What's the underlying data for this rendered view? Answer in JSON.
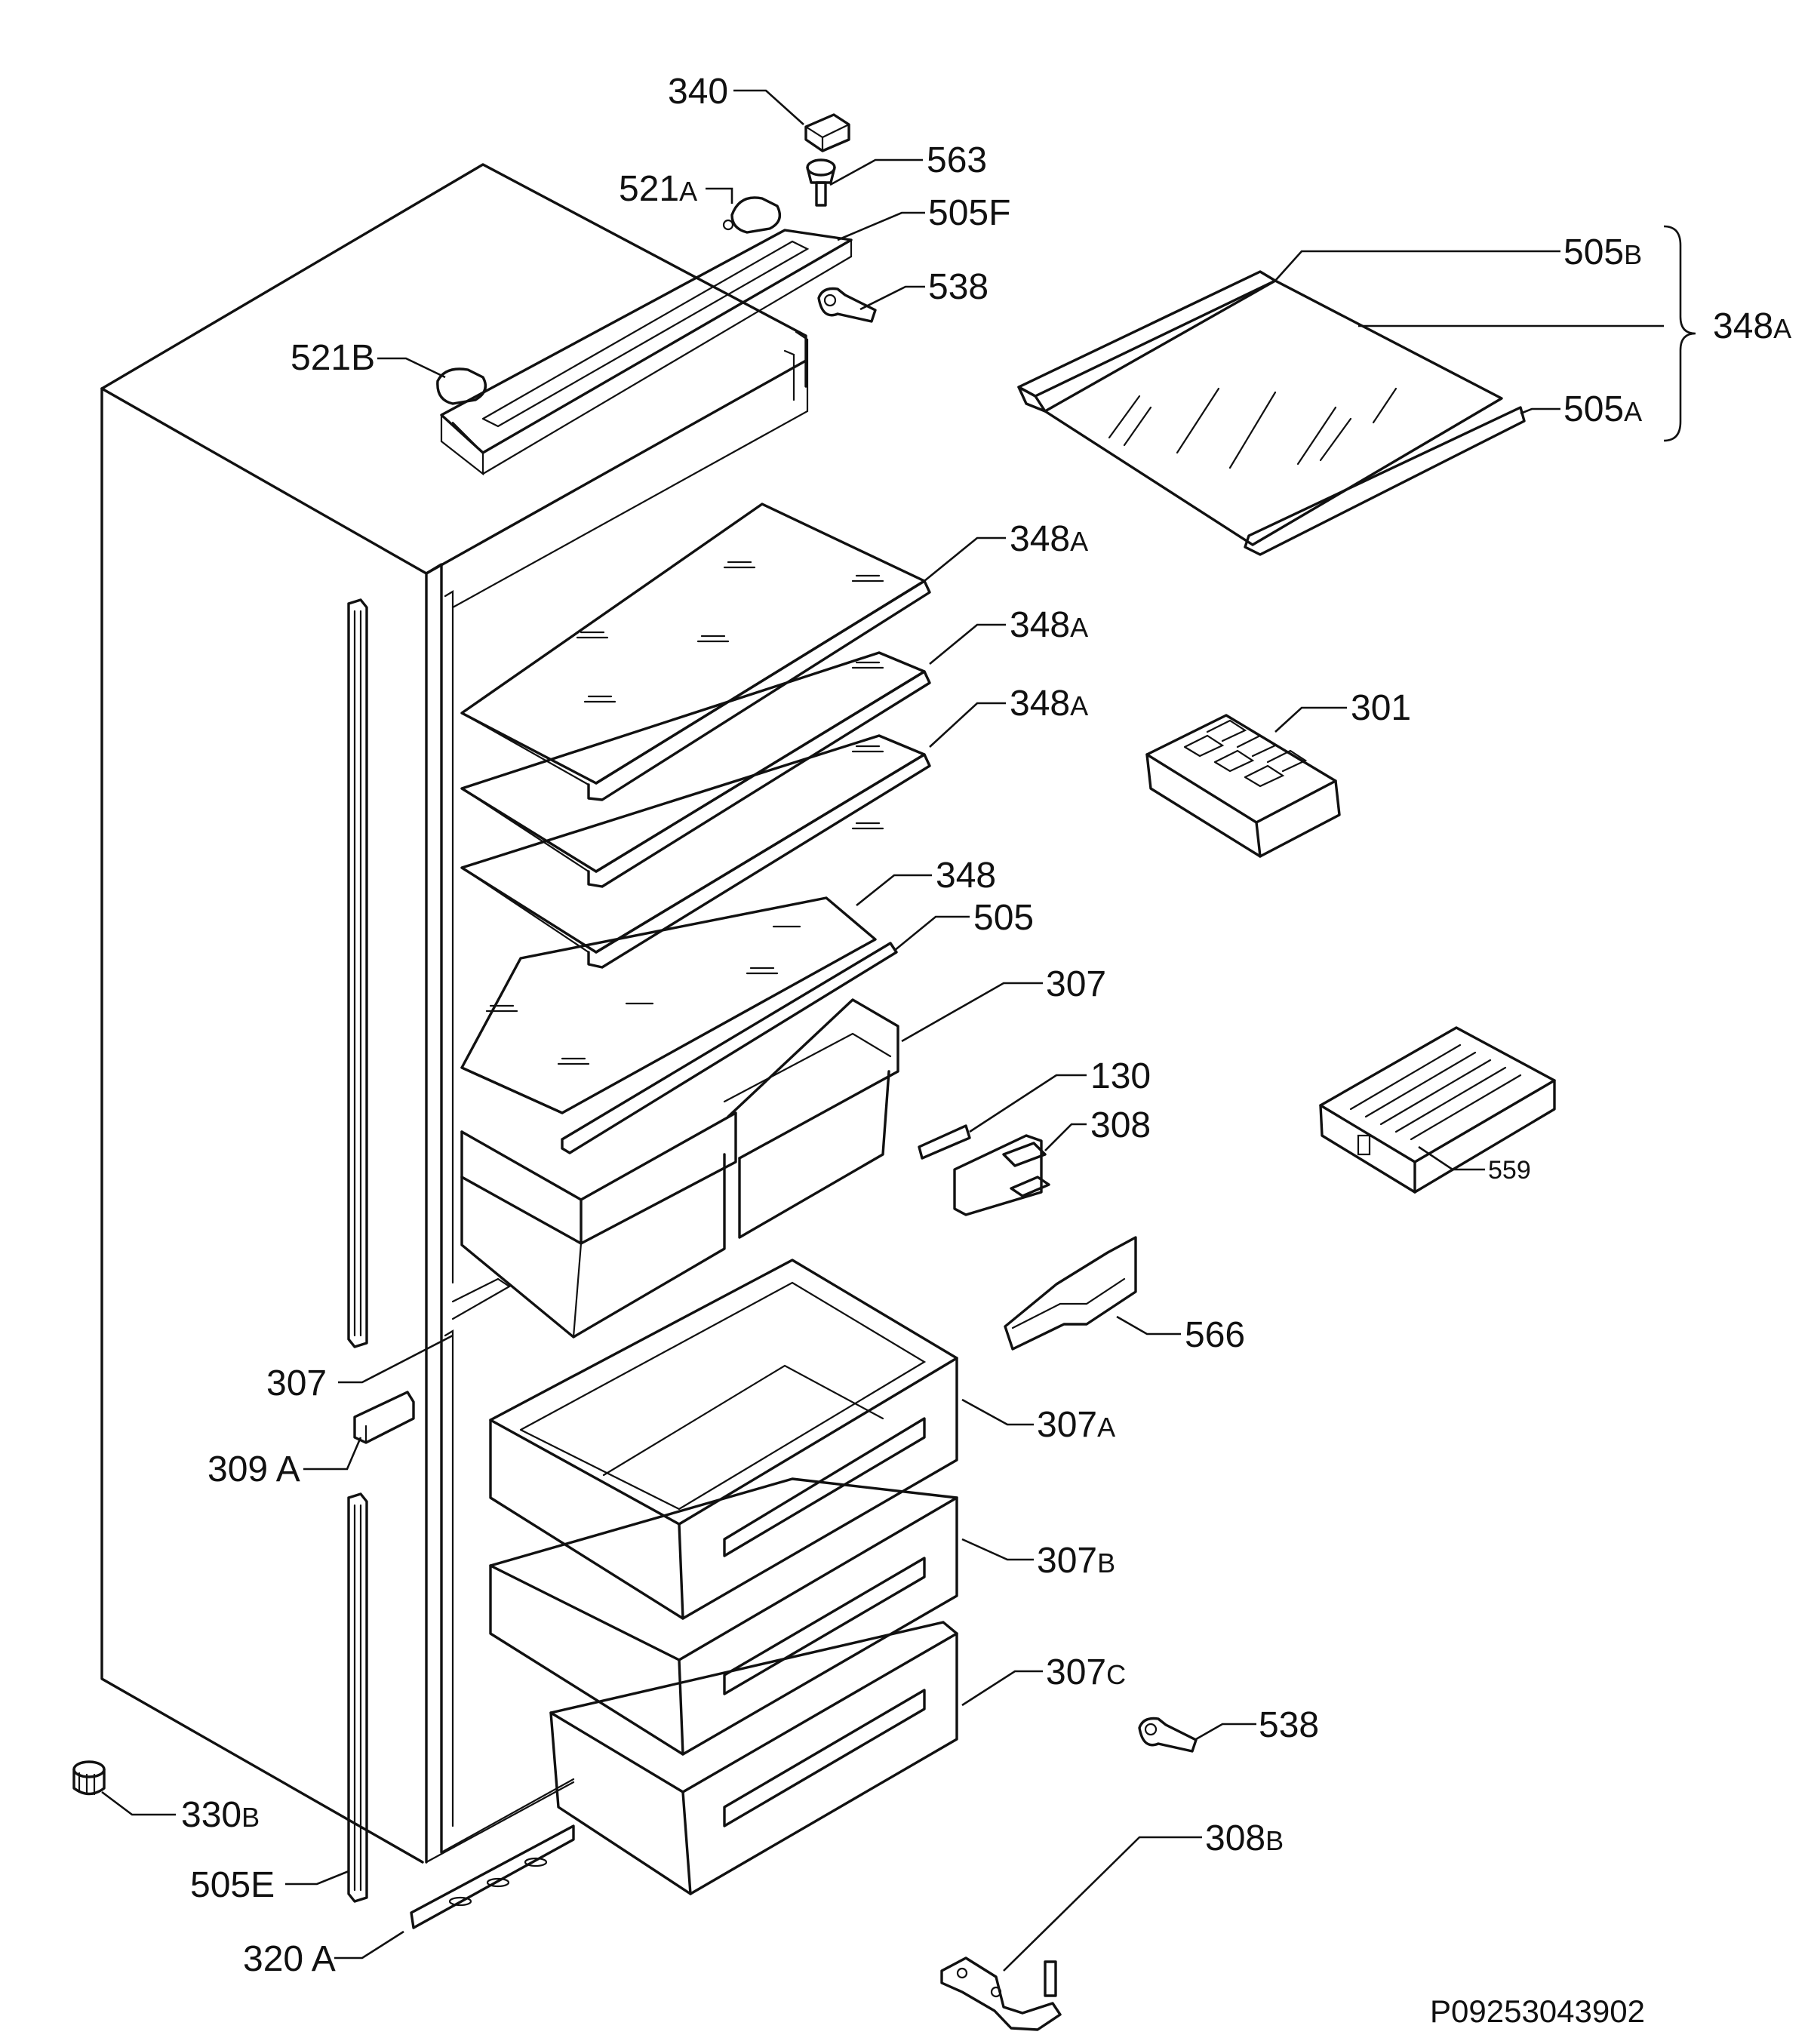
{
  "figure_id": "P09253043902",
  "callouts": {
    "c340": "340",
    "c563": "563",
    "c521a": {
      "num": "521",
      "suffix": "A"
    },
    "c505f": "505F",
    "c538_top": "538",
    "c521b": "521B",
    "c505b": {
      "num": "505",
      "suffix": "B"
    },
    "c348a_group": {
      "num": "348",
      "suffix": "A"
    },
    "c505a": {
      "num": "505",
      "suffix": "A"
    },
    "c348a_1": {
      "num": "348",
      "suffix": "A"
    },
    "c348a_2": {
      "num": "348",
      "suffix": "A"
    },
    "c348a_3": {
      "num": "348",
      "suffix": "A"
    },
    "c301": "301",
    "c348": "348",
    "c505": "505",
    "c307_top": "307",
    "c130": "130",
    "c308": "308",
    "c559": "559",
    "c566": "566",
    "c307_left": "307",
    "c307a": {
      "num": "307",
      "suffix": "A"
    },
    "c309a": "309 A",
    "c307b": {
      "num": "307",
      "suffix": "B"
    },
    "c307c": {
      "num": "307",
      "suffix": "C"
    },
    "c538_bottom": "538",
    "c330b": {
      "num": "330",
      "suffix": "B"
    },
    "c308b": {
      "num": "308",
      "suffix": "B"
    },
    "c505e": "505E",
    "c320a": "320 A"
  }
}
